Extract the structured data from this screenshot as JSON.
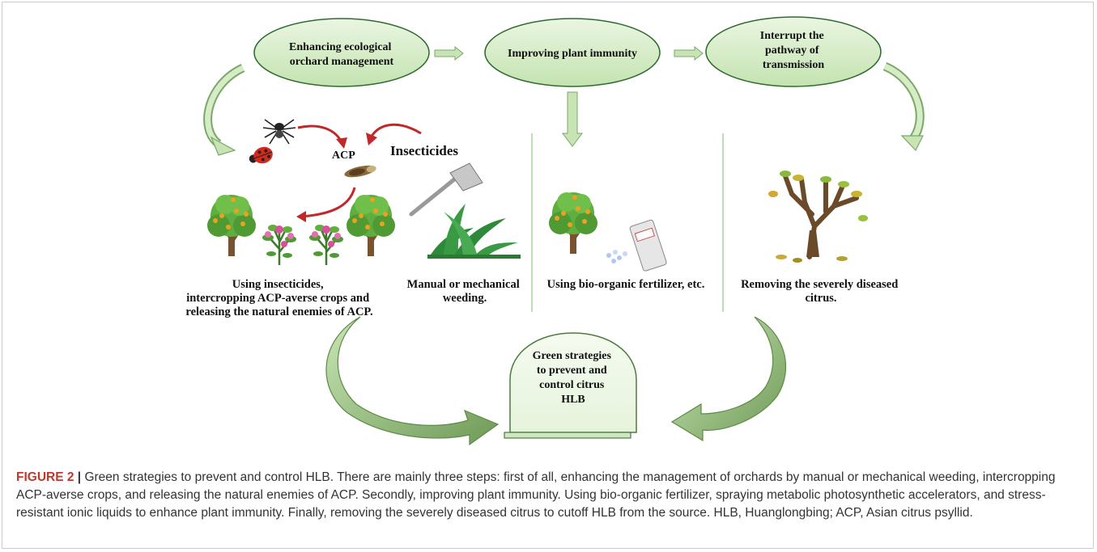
{
  "diagram": {
    "steps": [
      {
        "lines": [
          "Enhancing ecological",
          "orchard management"
        ]
      },
      {
        "lines": [
          "Improving plant immunity"
        ]
      },
      {
        "lines": [
          "Interrupt the",
          "pathway of",
          "transmission"
        ]
      }
    ],
    "acp_label": "ACP",
    "insecticides_label": "Insecticides",
    "methods": [
      {
        "lines": [
          "Using insecticides,",
          "intercropping ACP-averse crops and",
          "releasing the natural enemies of ACP."
        ]
      },
      {
        "lines": [
          "Manual or mechanical",
          "weeding."
        ]
      },
      {
        "lines": [
          "Using bio-organic fertilizer, etc."
        ]
      },
      {
        "lines": [
          "Removing the severely diseased",
          "citrus."
        ]
      }
    ],
    "goal": {
      "lines": [
        "Green strategies",
        "to prevent and",
        "control citrus",
        "HLB"
      ]
    },
    "colors": {
      "ellipse_fill": "#d5ecc9",
      "ellipse_stroke": "#2f6b2f",
      "arrow_fill": "#c8e4b4",
      "arrow_stroke": "#7aa867",
      "tree_foliage": "#5fae3f",
      "fruit": "#f0a020",
      "red_arrow": "#c0282a"
    }
  },
  "caption": {
    "label": "FIGURE 2",
    "separator": "|",
    "text": "Green strategies to prevent and control HLB. There are mainly three steps: first of all, enhancing the management of orchards by manual or mechanical weeding, intercropping ACP-averse crops, and releasing the natural enemies of ACP. Secondly, improving plant immunity. Using bio-organic fertilizer, spraying metabolic photosynthetic accelerators, and stress-resistant ionic liquids to enhance plant immunity. Finally, removing the severely diseased citrus to cutoff HLB from the source. HLB, Huanglongbing; ACP, Asian citrus psyllid."
  }
}
